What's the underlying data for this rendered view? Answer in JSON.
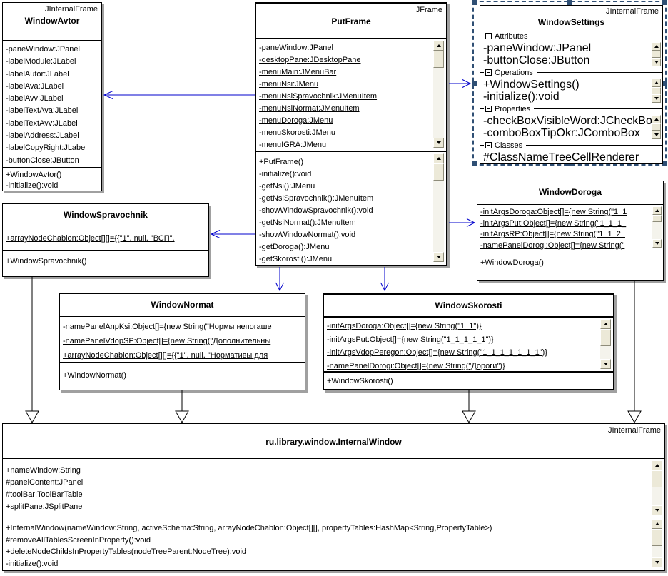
{
  "colors": {
    "connector_blue": "#0000cc",
    "selection_navy": "#2f4f74",
    "box_shadow_gray": "#a0a0a0",
    "box_border": "#000000",
    "background": "#ffffff"
  },
  "boxes": {
    "window_avtor": {
      "stereotype": "JInternalFrame",
      "name": "WindowAvtor",
      "attributes": [
        "-paneWindow:JPanel",
        "-labelModule:JLabel",
        "-labelAutor:JLabel",
        "-labelAva:JLabel",
        "-labelAvv:JLabel",
        "-labelTextAva:JLabel",
        "-labelTextAvv:JLabel",
        "-labelAddress:JLabel",
        "-labelCopyRight:JLabel",
        "-buttonClose:JButton"
      ],
      "operations": [
        "+WindowAvtor()",
        "-initialize():void"
      ]
    },
    "put_frame": {
      "stereotype": "JFrame",
      "name": "PutFrame",
      "attributes": [
        "-paneWindow:JPanel",
        "-desktopPane:JDesktopPane",
        "-menuMain:JMenuBar",
        "-menuNsi:JMenu",
        "-menuNsiSpravochnik:JMenuItem",
        "-menuNsiNormat:JMenuItem",
        "-menuDoroga:JMenu",
        "-menuSkorosti:JMenu",
        "-menuIGRA:JMenu"
      ],
      "operations": [
        "+PutFrame()",
        "-initialize():void",
        "-getNsi():JMenu",
        "-getNsiSpravochnik():JMenuItem",
        "-showWindowSpravochnik():void",
        "-getNsiNormat():JMenuItem",
        "-showWindowNormat():void",
        "-getDoroga():JMenu",
        "-getSkorosti():JMenu"
      ]
    },
    "window_settings": {
      "stereotype": "JInternalFrame",
      "name": "WindowSettings",
      "groups": [
        {
          "label": "Attributes",
          "items": [
            "-paneWindow:JPanel",
            "-buttonClose:JButton"
          ]
        },
        {
          "label": "Operations",
          "items": [
            "+WindowSettings()",
            "-initialize():void"
          ]
        },
        {
          "label": "Properties",
          "items": [
            "-checkBoxVisibleWord:JCheckBox",
            "-comboBoxTipOkr:JComboBox"
          ]
        },
        {
          "label": "Classes",
          "items": [
            "#ClassNameTreeCellRenderer"
          ]
        }
      ]
    },
    "window_spravochnik": {
      "name": "WindowSpravochnik",
      "attributes": [
        "+arrayNodeChablon:Object[][]={{\"1\", null, \"ВСП\","
      ],
      "operations": [
        "+WindowSpravochnik()"
      ]
    },
    "window_doroga": {
      "name": "WindowDoroga",
      "attributes": [
        "-initArgsDoroga:Object[]={new String(\"1_1",
        "-initArgsPut:Object[]={new String(\"1_1_1_",
        "-initArgsRP:Object[]={new String(\"1_1_2_",
        "-namePanelDorogi:Object[]={new String(\""
      ],
      "operations": [
        "+WindowDoroga()"
      ]
    },
    "window_normat": {
      "name": "WindowNormat",
      "attributes": [
        "-namePanelAnpKsi:Object[]={new String(\"Нормы непогаше",
        "-namePanelVdopSP:Object[]={new String(\"Дополнительны",
        "+arrayNodeChablon:Object[][]={{\"1\", null, \"Нормативы для"
      ],
      "operations": [
        "+WindowNormat()"
      ]
    },
    "window_skorosti": {
      "name": "WindowSkorosti",
      "attributes": [
        "-initArgsDoroga:Object[]={new String(\"1_1\")}",
        "-initArgsPut:Object[]={new String(\"1_1_1_1_1\")}",
        "-initArgsVdopPeregon:Object[]={new String(\"1_1_1_1_1_1_1\")}",
        "-namePanelDorogi:Object[]={new String(\"Дороги\")}"
      ],
      "operations": [
        "+WindowSkorosti()"
      ]
    },
    "internal_window": {
      "stereotype": "JInternalFrame",
      "name": "ru.library.window.InternalWindow",
      "attributes": [
        "+nameWindow:String",
        "#panelContent:JPanel",
        "#toolBar:ToolBarTable",
        "+splitPane:JSplitPane"
      ],
      "operations": [
        "+InternalWindow(nameWindow:String, activeSchema:String, arrayNodeChablon:Object[][], propertyTables:HashMap<String,PropertyTable>)",
        "#removeAllTablesScreenInProperty():void",
        "+deleteNodeChildsInPropertyTables(nodeTreeParent:NodeTree):void",
        "-initialize():void"
      ]
    }
  }
}
